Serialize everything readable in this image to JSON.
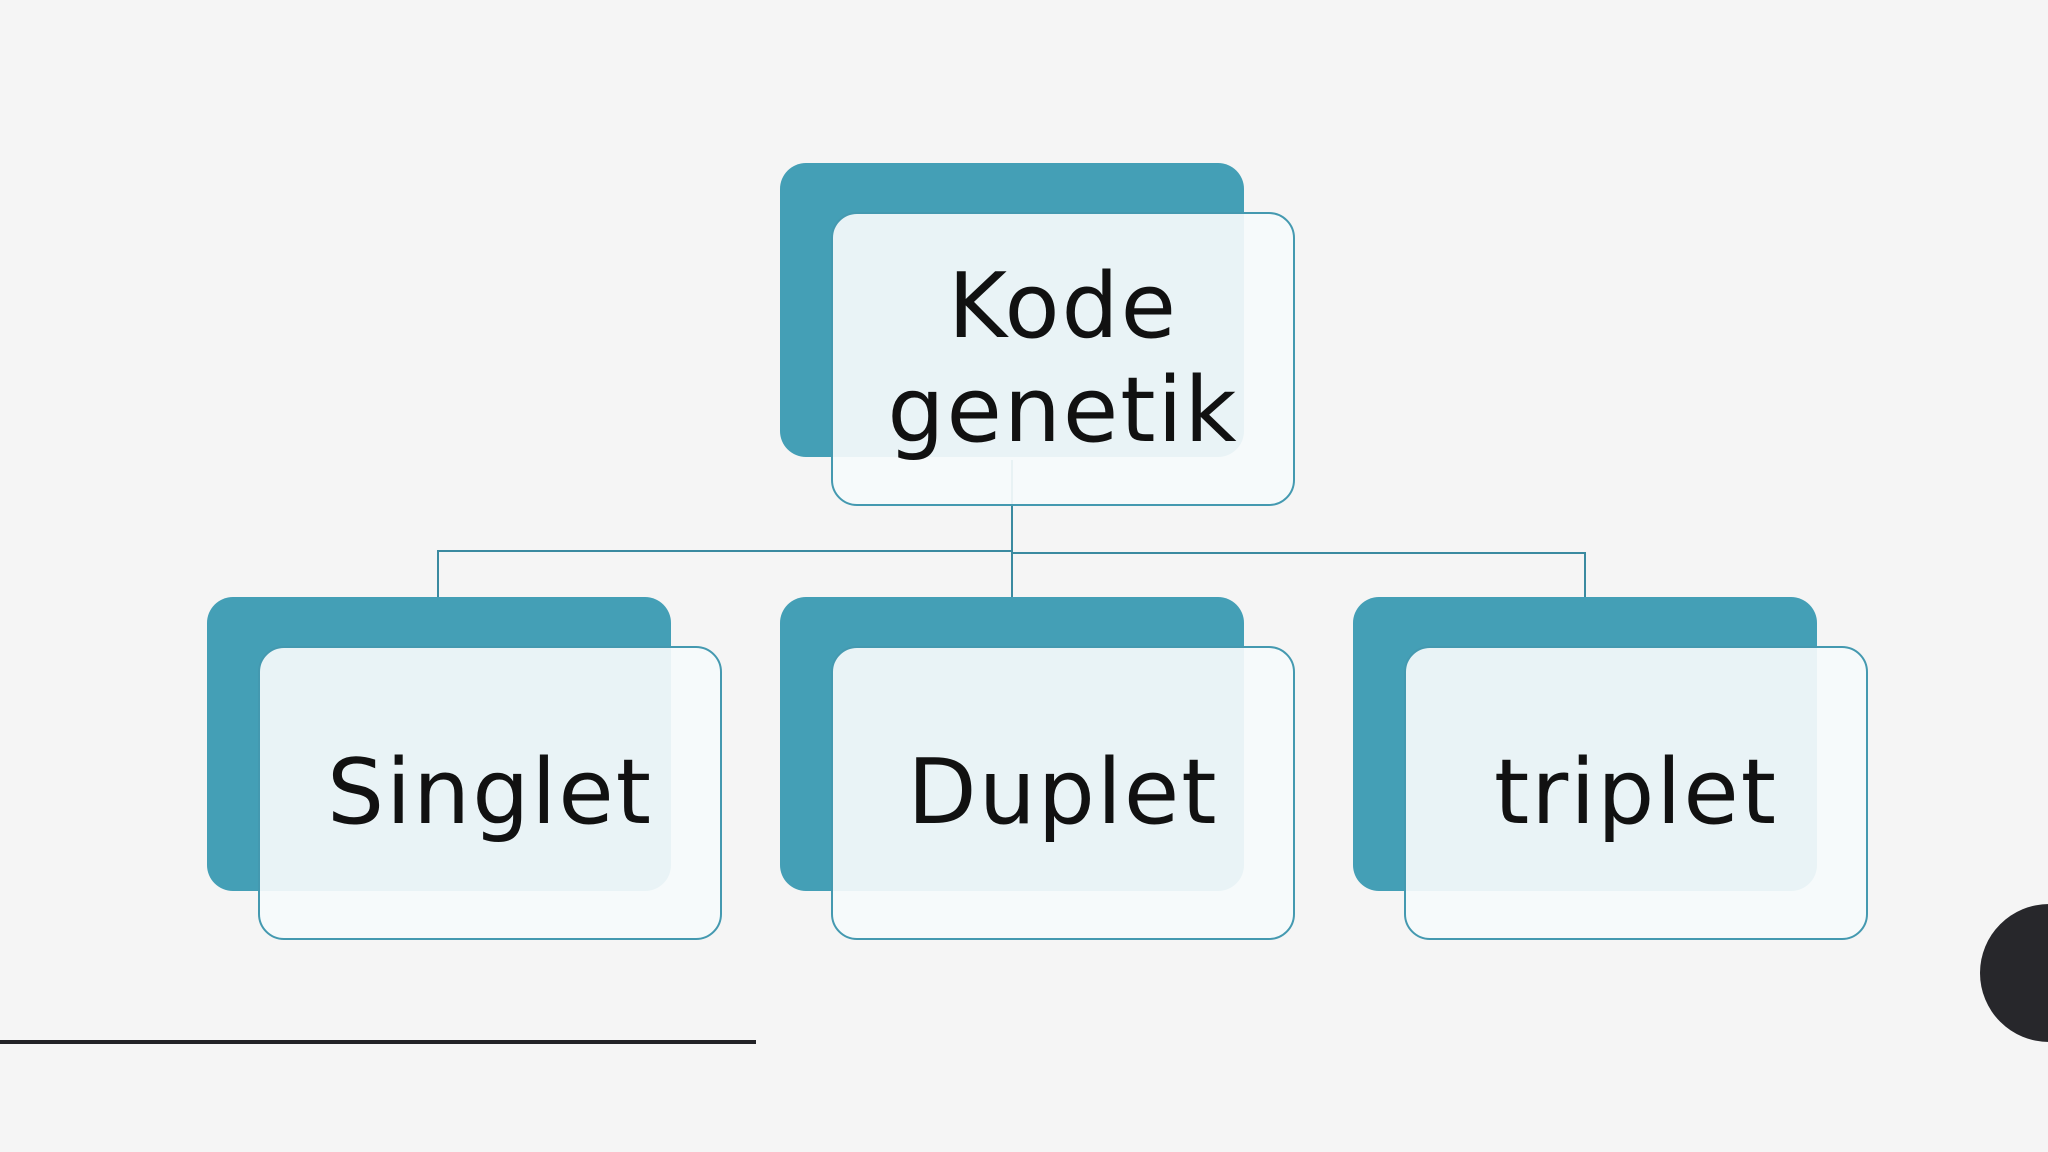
{
  "colors": {
    "background": "#f5f5f5",
    "accent": "#449fb6",
    "card_border": "#4499b0",
    "connector": "#3a8aa0",
    "text": "#111111",
    "dark": "#27272b"
  },
  "diagram": {
    "root": {
      "label": "Kode\ngenetik"
    },
    "children": [
      {
        "label": "Singlet"
      },
      {
        "label": "Duplet"
      },
      {
        "label": "triplet"
      }
    ]
  }
}
